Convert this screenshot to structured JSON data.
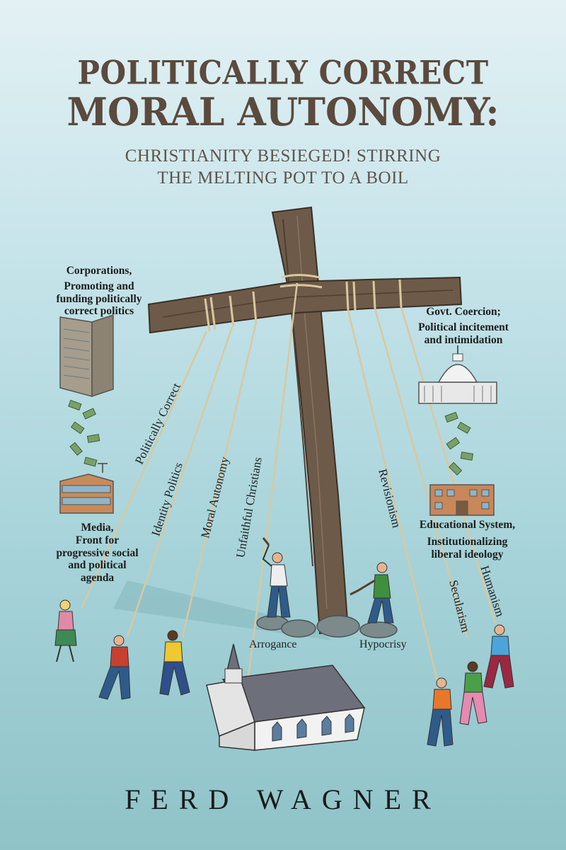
{
  "cover": {
    "title_line1": "POLITICALLY CORRECT",
    "title_line2": "MORAL AUTONOMY:",
    "subtitle_line1": "CHRISTIANITY BESIEGED! STIRRING",
    "subtitle_line2": "THE MELTING POT TO A BOIL",
    "author": "FERD WAGNER"
  },
  "labels": {
    "corporations": [
      "Corporations,",
      "Promoting and",
      "funding politically",
      "correct politics"
    ],
    "govt": [
      "Govt. Coercion;",
      "Political incitement",
      "and intimidation"
    ],
    "media": [
      "Media,",
      "Front for",
      "progressive social",
      "and political",
      "agenda"
    ],
    "education": [
      "Educational System,",
      "Institutionalizing",
      "liberal ideology"
    ]
  },
  "ropes": {
    "politically_correct": "Politically Correct",
    "identity_politics": "Identity Politics",
    "moral_autonomy": "Moral Autonomy",
    "unfaithful_christians": "Unfaithful Christians",
    "revisionism": "Revisionism",
    "secularism": "Secularism",
    "humanism": "Humanism"
  },
  "base": {
    "arrogance": "Arrogance",
    "hypocrisy": "Hypocrisy"
  },
  "colors": {
    "title": "#5b4a3d",
    "cross_wood": "#6e5a48",
    "rope": "#d9c8a0",
    "background_top": "#e3f1f4",
    "background_bottom": "#8fc3c8"
  }
}
